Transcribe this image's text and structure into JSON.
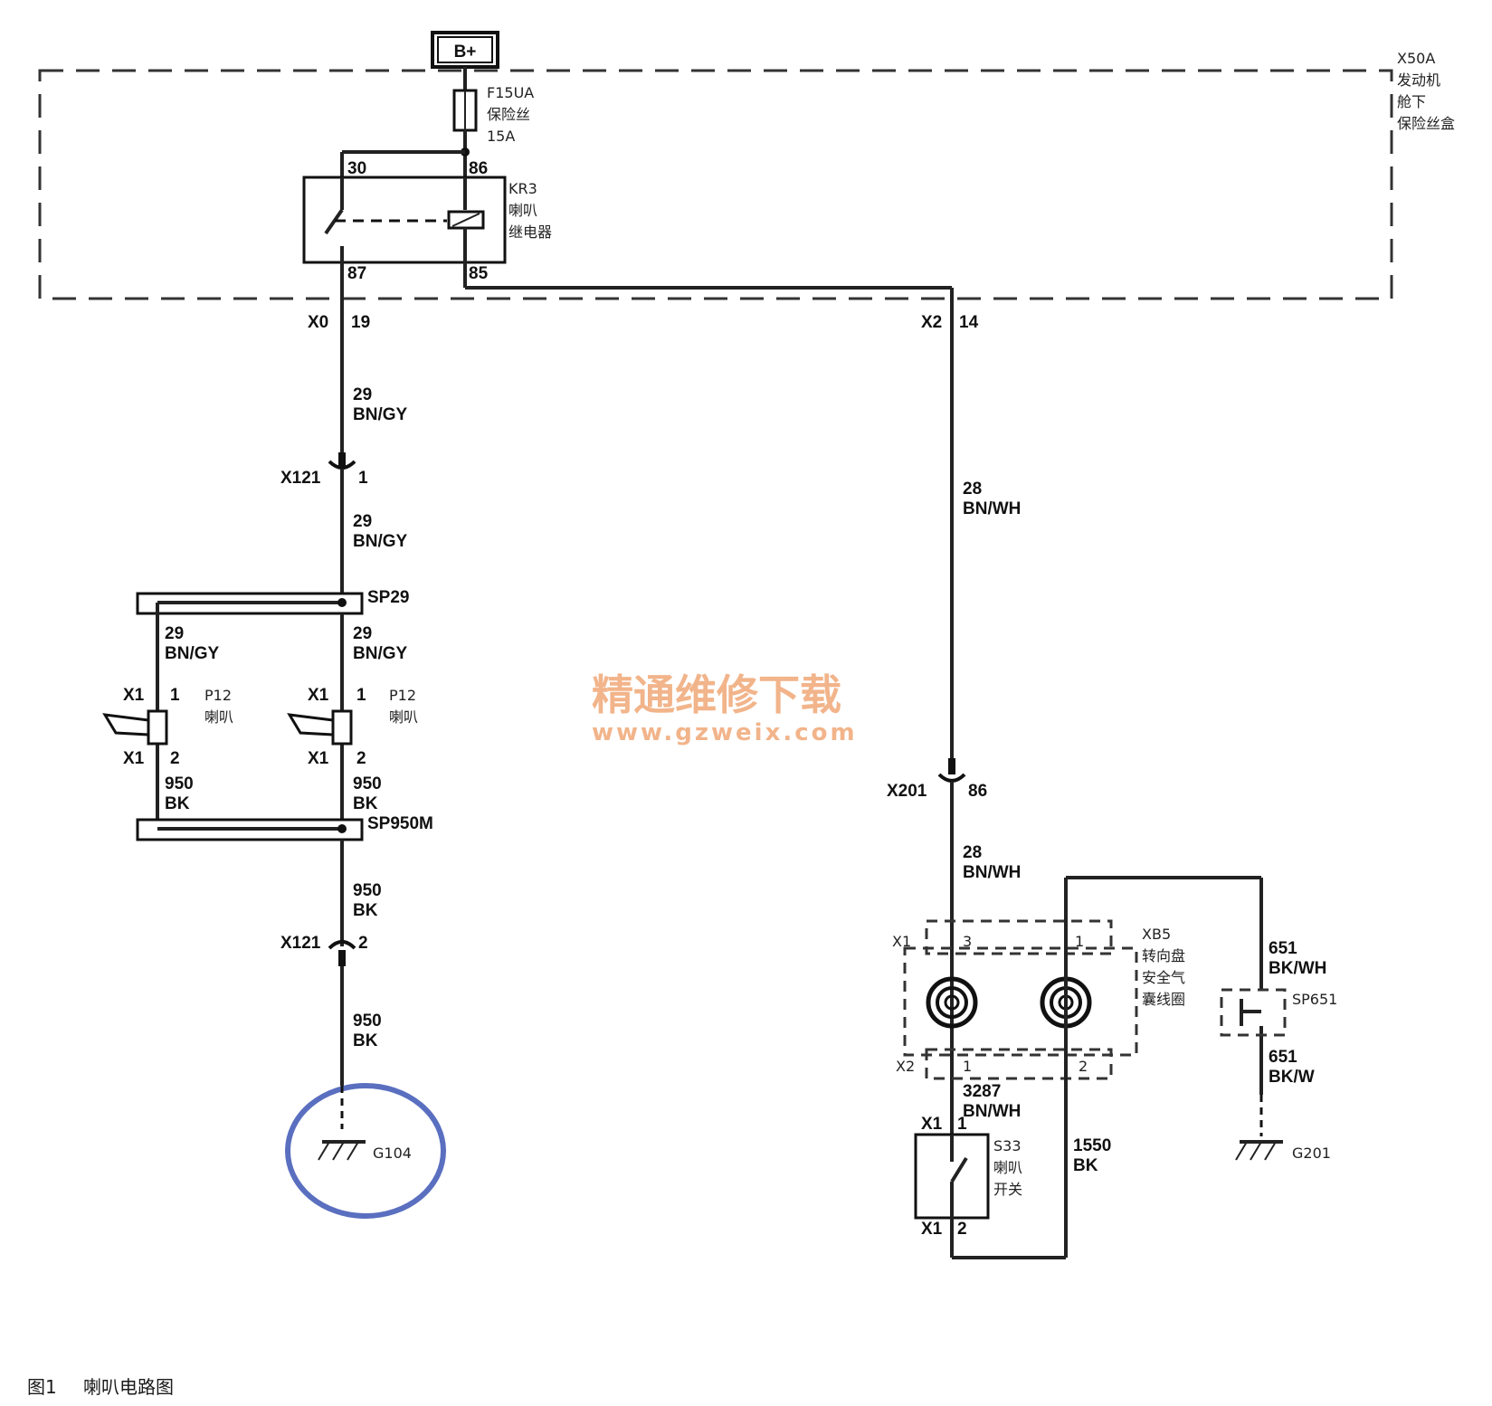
{
  "supply": {
    "label": "B+"
  },
  "fusebox": {
    "id": "X50A",
    "name_lines": [
      "发动机",
      "舱下",
      "保险丝盒"
    ]
  },
  "fuse": {
    "id": "F15UA",
    "type": "保险丝",
    "rating": "15A"
  },
  "relay": {
    "id": "KR3",
    "name_lines": [
      "喇叭",
      "继电器"
    ],
    "pins": {
      "p30": "30",
      "p86": "86",
      "p87": "87",
      "p85": "85"
    }
  },
  "connectors": {
    "x0": {
      "name": "X0",
      "pin": "19"
    },
    "x2": {
      "name": "X2",
      "pin": "14"
    },
    "x121_1": {
      "name": "X121",
      "pin": "1"
    },
    "x121_2": {
      "name": "X121",
      "pin": "2"
    },
    "x201": {
      "name": "X201",
      "pin": "86"
    }
  },
  "wires": {
    "w29": {
      "num": "29",
      "color": "BN/GY"
    },
    "w28": {
      "num": "28",
      "color": "BN/WH"
    },
    "w950": {
      "num": "950",
      "color": "BK"
    },
    "w651a": {
      "num": "651",
      "color": "BK/WH"
    },
    "w651b": {
      "num": "651",
      "color": "BK/W"
    },
    "w3287": {
      "num": "3287",
      "color": "BN/WH"
    },
    "w1550": {
      "num": "1550",
      "color": "BK"
    }
  },
  "splices": {
    "sp29": "SP29",
    "sp950m": "SP950M",
    "sp651": "SP651"
  },
  "horn": {
    "id": "P12",
    "name": "喇叭",
    "conn": "X1",
    "pin1": "1",
    "pin2": "2"
  },
  "grounds": {
    "g104": "G104",
    "g201": "G201"
  },
  "coil": {
    "id": "XB5",
    "name_lines": [
      "转向盘",
      "安全气",
      "囊线圈"
    ],
    "conn_top": "X1",
    "conn_bottom": "X2",
    "pins": {
      "t3": "3",
      "t1": "1",
      "b1": "1",
      "b2": "2"
    }
  },
  "switch": {
    "id": "S33",
    "name_lines": [
      "喇叭",
      "开关"
    ],
    "conn": "X1",
    "pin1": "1",
    "pin2": "2"
  },
  "watermark": {
    "line1": "精通维修下载",
    "line2": "www.gzweix.com"
  },
  "caption": {
    "fig": "图1",
    "title": "喇叭电路图"
  },
  "colors": {
    "ink": "#222222",
    "highlight_circle": "#5a6fbf",
    "watermark": "#f2b48a"
  }
}
